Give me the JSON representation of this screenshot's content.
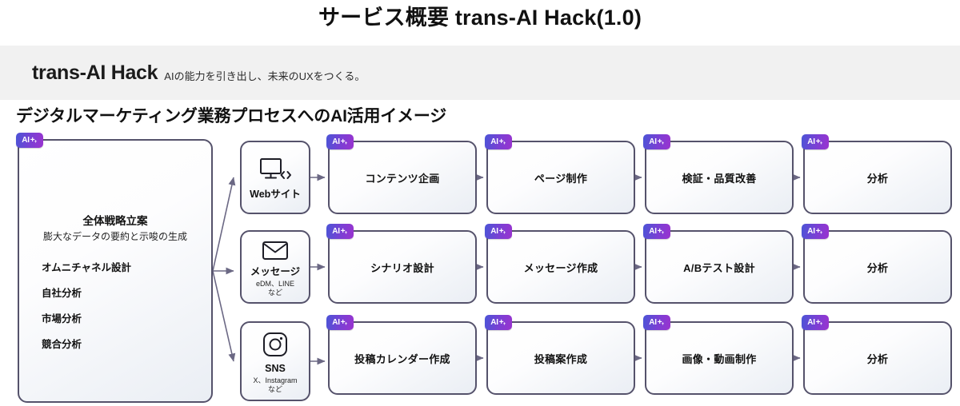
{
  "page": {
    "title": "サービス概要 trans-AI Hack(1.0)"
  },
  "banner": {
    "brand": "trans-AI Hack",
    "tagline": "AIの能力を引き出し、未来のUXをつくる。",
    "background": "#f1f1f1"
  },
  "section": {
    "heading": "デジタルマーケティング業務プロセスへのAI活用イメージ"
  },
  "badge": {
    "label": "AI",
    "plus": "+",
    "spark": "+",
    "gradient_from": "#4b55d6",
    "gradient_to": "#9b33cf"
  },
  "strategy": {
    "title": "全体戦略立案",
    "subtitle": "膨大なデータの要約と示唆の生成",
    "items": [
      {
        "label": "オムニチャネル設計"
      },
      {
        "label": "自社分析"
      },
      {
        "label": "市場分析"
      },
      {
        "label": "競合分析"
      }
    ]
  },
  "channels": [
    {
      "id": "web",
      "icon": "monitor-code-icon",
      "label": "Webサイト",
      "sub": ""
    },
    {
      "id": "msg",
      "icon": "envelope-icon",
      "label": "メッセージ",
      "sub": "eDM、LINE\nなど"
    },
    {
      "id": "sns",
      "icon": "camera-icon",
      "label": "SNS",
      "sub": "X、Instagram\nなど"
    }
  ],
  "rows": [
    {
      "id": "web-row",
      "steps": [
        {
          "label": "コンテンツ企画"
        },
        {
          "label": "ページ制作"
        },
        {
          "label": "検証・品質改善"
        },
        {
          "label": "分析"
        }
      ]
    },
    {
      "id": "msg-row",
      "steps": [
        {
          "label": "シナリオ設計"
        },
        {
          "label": "メッセージ作成"
        },
        {
          "label": "A/Bテスト設計"
        },
        {
          "label": "分析"
        }
      ]
    },
    {
      "id": "sns-row",
      "steps": [
        {
          "label": "投稿カレンダー作成"
        },
        {
          "label": "投稿案作成"
        },
        {
          "label": "画像・動画制作"
        },
        {
          "label": "分析"
        }
      ]
    }
  ],
  "style": {
    "card_border": "#55526b",
    "connector": "#6b6884",
    "text": "#111111"
  }
}
